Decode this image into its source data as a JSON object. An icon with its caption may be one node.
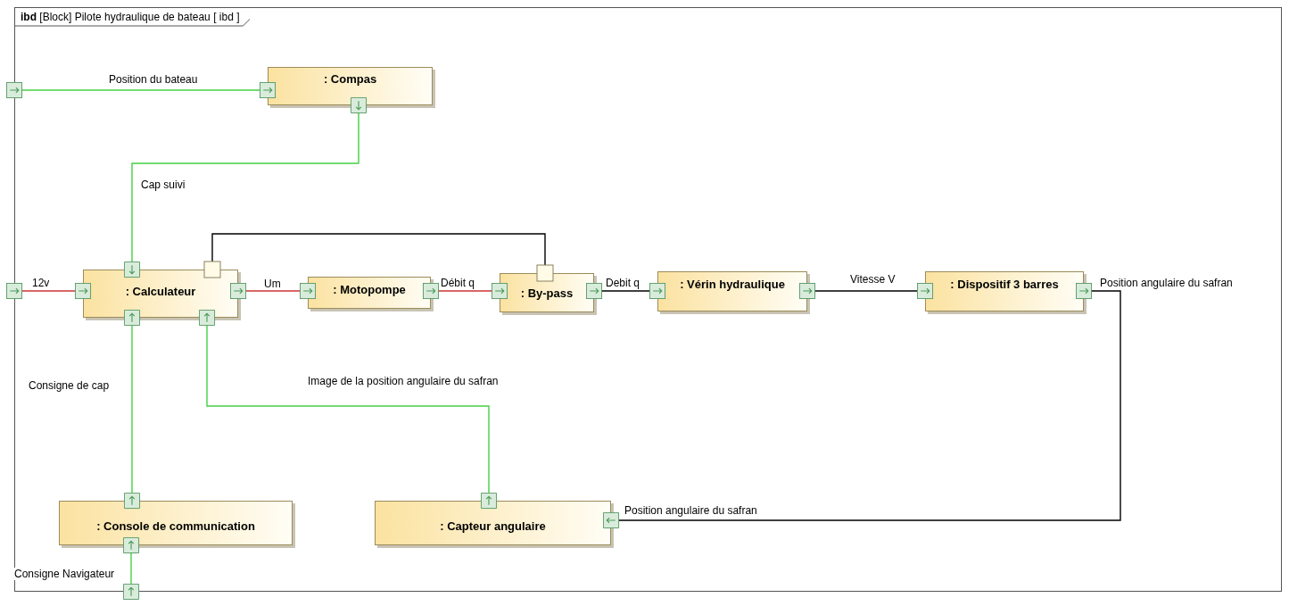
{
  "diagram": {
    "nodes": [
      {
        "text": [
          "**ibd** [Block] Pilote hydraulique de bateau [ ibd ]"
        ]
      },
      {
        "text": [
          ": Compas"
        ],
        "in": 0
      },
      {
        "text": [
          ": Calculateur"
        ],
        "in": 0
      },
      {
        "text": [
          ": Motopompe"
        ],
        "in": 0
      },
      {
        "text": [
          ": By-pass"
        ],
        "in": 0
      },
      {
        "text": [
          ": Vérin hydraulique"
        ],
        "in": 0
      },
      {
        "text": [
          ": Dispositif 3 barres"
        ],
        "in": 0
      },
      {
        "text": [
          ": Console de communication"
        ],
        "in": 0
      },
      {
        "text": [
          ": Capteur angulaire"
        ],
        "in": 0
      }
    ],
    "edges": [
      {
        "from": 0,
        "to": 1,
        "arrow": "other",
        "label": "Position du bateau"
      },
      {
        "from": 1,
        "to": 2,
        "arrow": "other",
        "label": "Cap suivi"
      },
      {
        "from": 0,
        "to": 2,
        "arrow": "other",
        "label": "12v",
        "color": "#cc3333"
      },
      {
        "from": 2,
        "to": 3,
        "arrow": "other",
        "label": "Um",
        "color": "#cc3333"
      },
      {
        "from": 3,
        "to": 4,
        "arrow": "other",
        "label": "Débit q",
        "color": "#cc3333"
      },
      {
        "from": 2,
        "to": 4,
        "arrow": "none",
        "color": "#000000"
      },
      {
        "from": 4,
        "to": 5,
        "arrow": "other",
        "label": "Debit q",
        "color": "#000000"
      },
      {
        "from": 5,
        "to": 6,
        "arrow": "other",
        "label": "Vitesse V",
        "color": "#000000"
      },
      {
        "from": 6,
        "to": 8,
        "arrow": "other",
        "label": "Position angulaire du safran",
        "color": "#000000"
      },
      {
        "from": 8,
        "to": 2,
        "arrow": "other",
        "label": "Image de la position angulaire du safran"
      },
      {
        "from": 7,
        "to": 2,
        "arrow": "other",
        "label": "Consigne de cap"
      },
      {
        "from": 0,
        "to": 7,
        "arrow": "other",
        "label": "Consigne Navigateur"
      }
    ],
    "labels": [
      "Position angulaire du safran"
    ]
  }
}
